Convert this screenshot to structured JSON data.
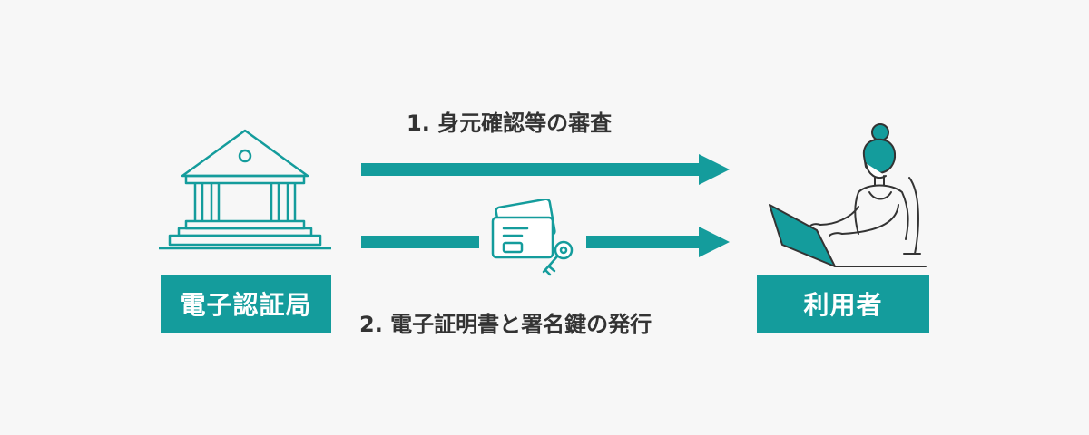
{
  "colors": {
    "accent": "#149c9c",
    "text": "#333333",
    "background": "#f7f7f7"
  },
  "left_actor": {
    "label": "電子認証局",
    "icon": "bank-building-icon"
  },
  "right_actor": {
    "label": "利用者",
    "icon": "person-with-laptop-icon"
  },
  "steps": [
    {
      "label": "1. 身元確認等の審査"
    },
    {
      "label": "2. 電子証明書と署名鍵の発行",
      "icon": "certificate-card-with-key-icon"
    }
  ]
}
